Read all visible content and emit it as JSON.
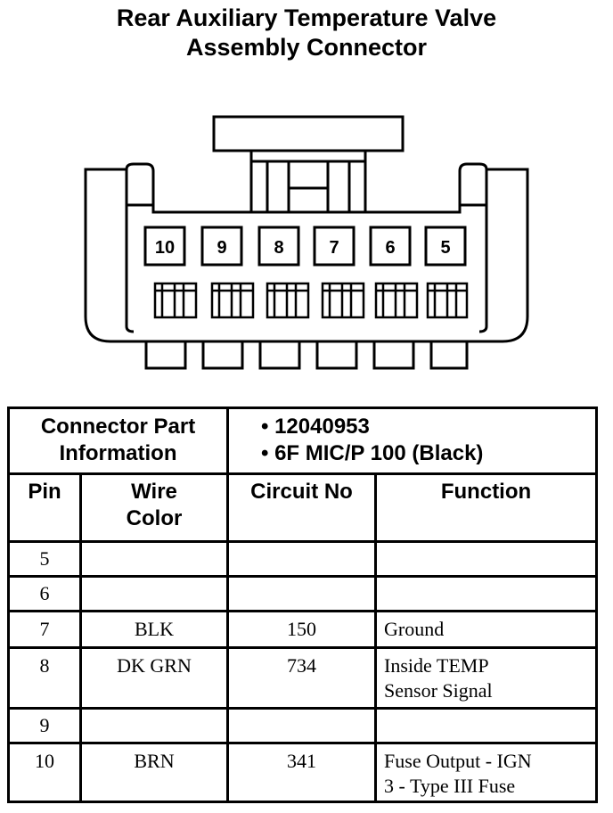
{
  "title": {
    "line1": "Rear Auxiliary Temperature Valve",
    "line2": "Assembly Connector"
  },
  "connector": {
    "pins": [
      "10",
      "9",
      "8",
      "7",
      "6",
      "5"
    ]
  },
  "table": {
    "part_info_label": [
      "Connector Part",
      "Information"
    ],
    "part_info_values": [
      "• 12040953",
      "• 6F MIC/P 100 (Black)"
    ],
    "headers": {
      "pin": "Pin",
      "wire_color": [
        "Wire",
        "Color"
      ],
      "circuit": "Circuit No",
      "function": "Function"
    },
    "rows": [
      {
        "pin": "5",
        "color": "",
        "circuit": "",
        "function": []
      },
      {
        "pin": "6",
        "color": "",
        "circuit": "",
        "function": []
      },
      {
        "pin": "7",
        "color": "BLK",
        "circuit": "150",
        "function": [
          "Ground"
        ]
      },
      {
        "pin": "8",
        "color": "DK GRN",
        "circuit": "734",
        "function": [
          "Inside TEMP",
          "Sensor Signal"
        ]
      },
      {
        "pin": "9",
        "color": "",
        "circuit": "",
        "function": []
      },
      {
        "pin": "10",
        "color": "BRN",
        "circuit": "341",
        "function": [
          "Fuse Output - IGN",
          "3 - Type III Fuse"
        ]
      }
    ]
  }
}
